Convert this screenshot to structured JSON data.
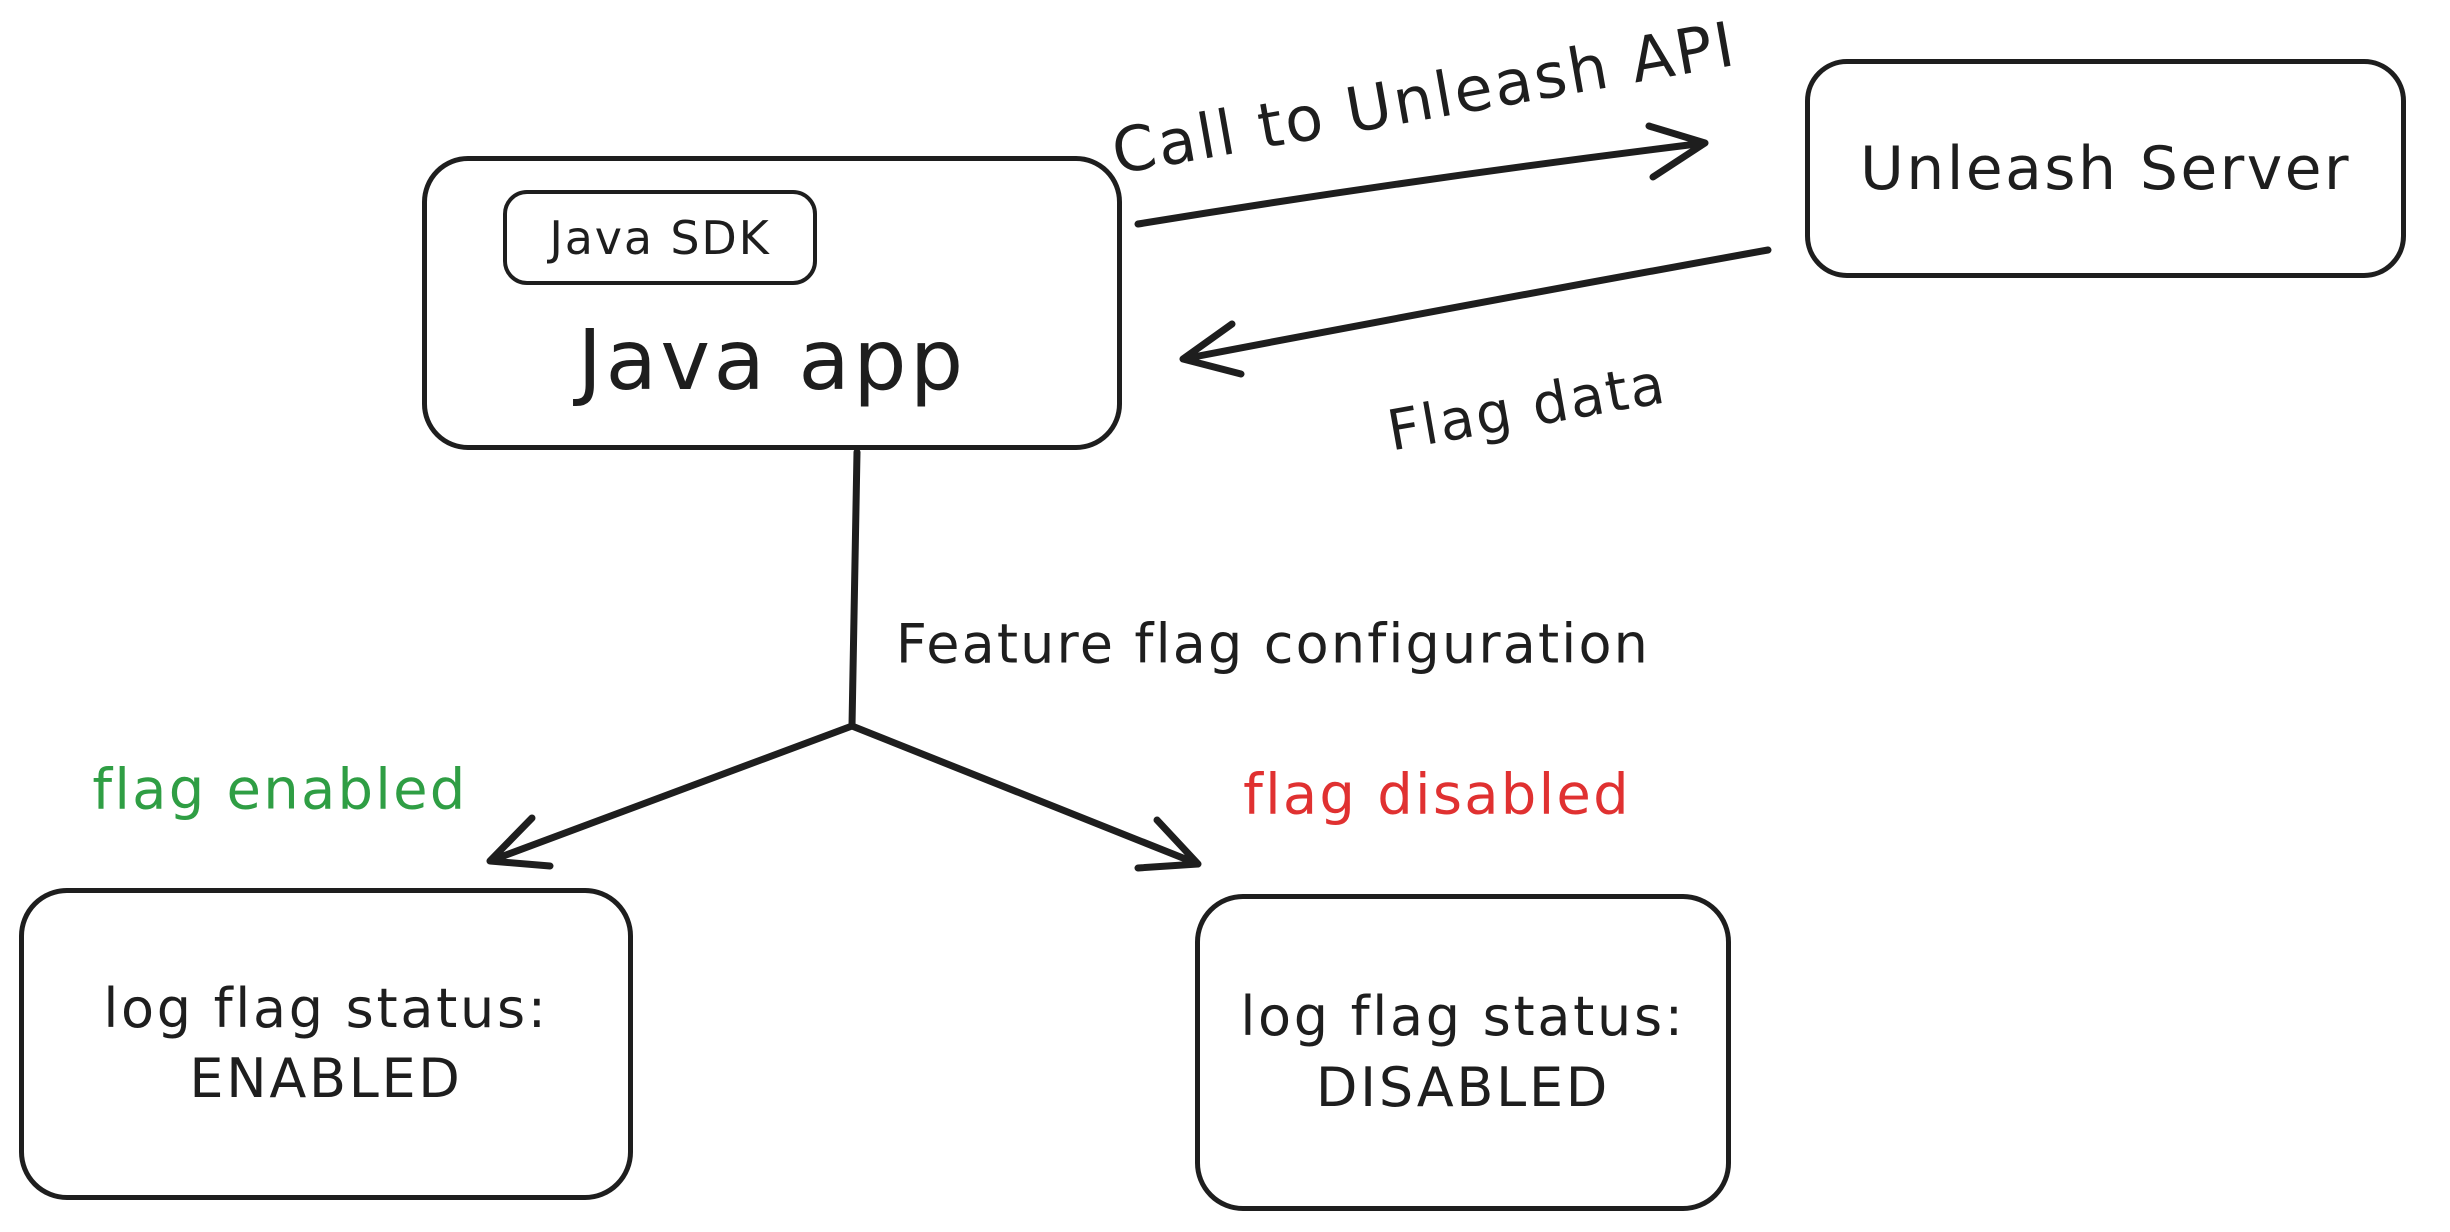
{
  "colors": {
    "stroke": "#1e1e1e",
    "background": "#ffffff",
    "enabled": "#2f9e44",
    "disabled": "#e03131"
  },
  "nodes": {
    "java_app": {
      "label": "Java app"
    },
    "java_sdk": {
      "label": "Java SDK"
    },
    "unleash_server": {
      "label": "Unleash Server"
    },
    "log_enabled": {
      "line1": "log flag status:",
      "line2": "ENABLED"
    },
    "log_disabled": {
      "line1": "log flag status:",
      "line2": "DISABLED"
    }
  },
  "edges": {
    "call_api": {
      "label": "Call to Unleash API"
    },
    "flag_data": {
      "label": "Flag data"
    },
    "feature_config": {
      "label": "Feature flag configuration"
    },
    "flag_enabled": {
      "label": "flag enabled"
    },
    "flag_disabled": {
      "label": "flag disabled"
    }
  }
}
